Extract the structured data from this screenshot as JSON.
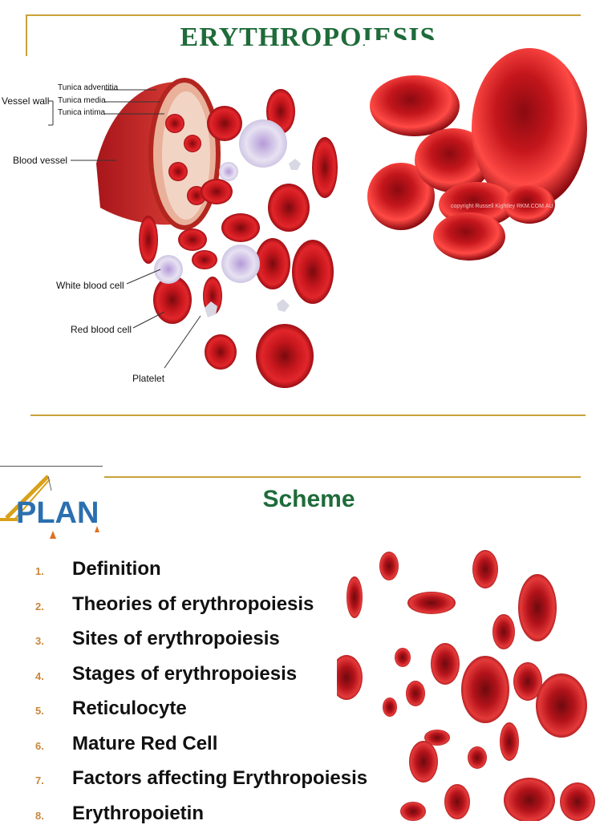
{
  "slide1": {
    "title": "ERYTHROPOIESIS",
    "labels": {
      "vessel_wall": "Vessel wall",
      "tunica_adventitia": "Tunica adventitia",
      "tunica_media": "Tunica media",
      "tunica_intima": "Tunica intima",
      "blood_vessel": "Blood vessel",
      "white_blood_cell": "White blood cell",
      "red_blood_cell": "Red blood cell",
      "platelet": "Platelet"
    },
    "copyright": "copyright Russell Kightley RKM.COM.AU"
  },
  "slide2": {
    "logo_text": "PLAN",
    "title": "Scheme",
    "items": [
      {
        "num": "1.",
        "text": "Definition"
      },
      {
        "num": "2.",
        "text": "Theories of erythropoiesis"
      },
      {
        "num": "3.",
        "text": "Sites of erythropoiesis"
      },
      {
        "num": "4.",
        "text": "Stages of erythropoiesis"
      },
      {
        "num": "5.",
        "text": "Reticulocyte"
      },
      {
        "num": "6.",
        "text": "Mature Red Cell"
      },
      {
        "num": "7.",
        "text": "Factors affecting Erythropoiesis"
      },
      {
        "num": "8.",
        "text": "Erythropoietin"
      }
    ]
  },
  "colors": {
    "title_green": "#1f6b3a",
    "gold_rule": "#c9a23a",
    "number_orange": "#c8863a",
    "blood_red": "#c4161c"
  }
}
